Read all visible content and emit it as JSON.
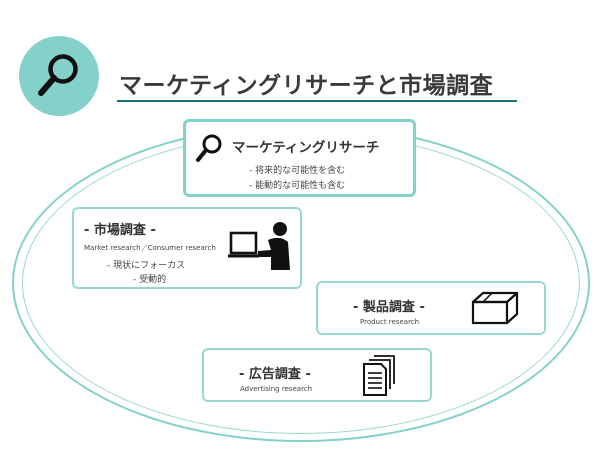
{
  "title": {
    "text": "マーケティングリサーチと市場調査",
    "accent_color": "#83d1c8",
    "rule_color": "#1f6f75",
    "icon": "magnifier-icon"
  },
  "main_box": {
    "label": "マーケティングリサーチ",
    "icon": "magnifier-icon",
    "bullets": [
      "- 将来的な可能性を含む",
      "- 能動的な可能性も含む"
    ]
  },
  "market_box": {
    "heading": "- 市場調査 -",
    "subtitle": "Market research／Consumer research",
    "bullets": [
      "- 現状にフォーカス",
      "- 受動的"
    ],
    "icon": "person-at-computer-icon"
  },
  "product_box": {
    "heading": "- 製品調査 -",
    "subtitle": "Product research",
    "icon": "box-icon"
  },
  "ad_box": {
    "heading": "- 広告調査 -",
    "subtitle": "Advertising research",
    "icon": "documents-icon"
  }
}
